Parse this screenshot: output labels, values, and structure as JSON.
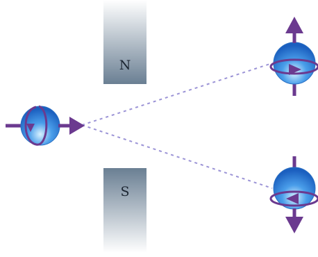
{
  "magnet": {
    "north_label": "N",
    "south_label": "S",
    "bottom_color": "#6a7f93",
    "top_color": "#ffffff"
  },
  "colors": {
    "arrow": "#6b3a8f",
    "path": "#9b93d6",
    "sphere_highlight": "#d9f2ff",
    "sphere_mid": "#4a9eea",
    "sphere_dark": "#1b5fbf"
  },
  "particles": [
    {
      "role": "incoming",
      "spin": "sideways-right",
      "icon": "spinning-particle-icon"
    },
    {
      "role": "deflected-up",
      "spin": "up",
      "icon": "spinning-particle-icon"
    },
    {
      "role": "deflected-down",
      "spin": "down",
      "icon": "spinning-particle-icon"
    }
  ]
}
